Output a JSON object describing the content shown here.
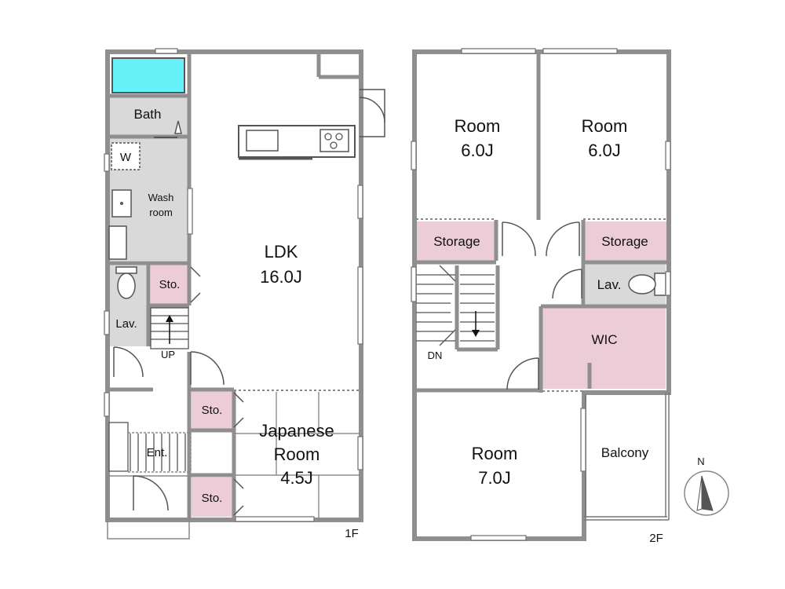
{
  "plan": {
    "floor1": {
      "floor_label": "1F",
      "rooms": {
        "bath": "Bath",
        "washer": "W",
        "washroom_line1": "Wash",
        "washroom_line2": "room",
        "sto_a": "Sto.",
        "lav": "Lav.",
        "up": "UP",
        "ldk_name": "LDK",
        "ldk_size": "16.0J",
        "sto_b": "Sto.",
        "japanese_line1": "Japanese",
        "japanese_line2": "Room",
        "japanese_size": "4.5J",
        "ent": "Ent.",
        "sto_c": "Sto."
      }
    },
    "floor2": {
      "floor_label": "2F",
      "rooms": {
        "room_a_name": "Room",
        "room_a_size": "6.0J",
        "room_b_name": "Room",
        "room_b_size": "6.0J",
        "storage_left": "Storage",
        "storage_right": "Storage",
        "lav": "Lav.",
        "dn": "DN",
        "wic": "WIC",
        "room_c_name": "Room",
        "room_c_size": "7.0J",
        "balcony": "Balcony"
      }
    },
    "compass_label": "N",
    "colors": {
      "wall": "#8f8f8f",
      "wet_area": "#d9d9d9",
      "storage": "#ecccd7",
      "bathtub": "#66f0f7",
      "line": "#555555"
    }
  }
}
